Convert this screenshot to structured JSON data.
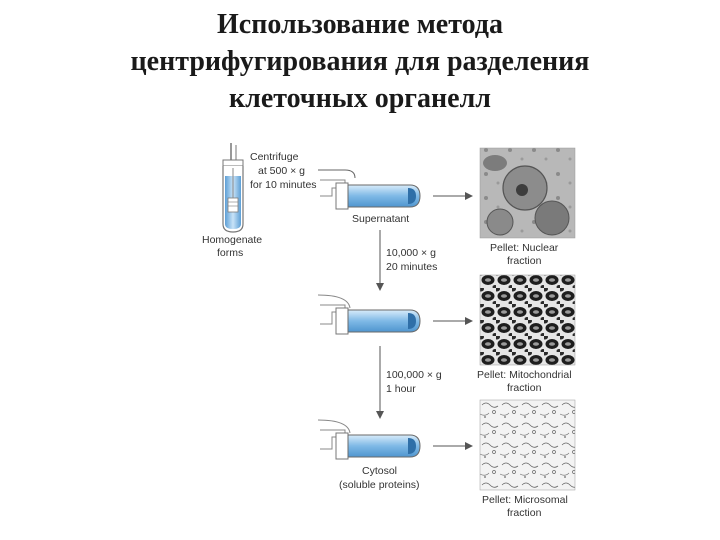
{
  "title_lines": [
    "Использование метода",
    "центрифугирования для разделения",
    "клеточных органелл"
  ],
  "diagram": {
    "centrifuge_label": [
      "Centrifuge",
      "at 500 × g",
      "for 10 minutes"
    ],
    "homogenate_label": [
      "Homogenate",
      "forms"
    ],
    "supernatant_label": "Supernatant",
    "step2_label": [
      "10,000 × g",
      "20 minutes"
    ],
    "step3_label": [
      "100,000 × g",
      "1 hour"
    ],
    "cytosol_label": [
      "Cytosol",
      "(soluble proteins)"
    ],
    "pellet1_label": [
      "Pellet: Nuclear",
      "fraction"
    ],
    "pellet2_label": [
      "Pellet: Mitochondrial",
      "fraction"
    ],
    "pellet3_label": [
      "Pellet: Microsomal",
      "fraction"
    ]
  },
  "colors": {
    "title": "#1a1a1a",
    "tube_liquid": "#7fb9e6",
    "tube_outline": "#6a6a6a",
    "arrow": "#555555",
    "micrograph_bg": "#bdbdbd"
  }
}
